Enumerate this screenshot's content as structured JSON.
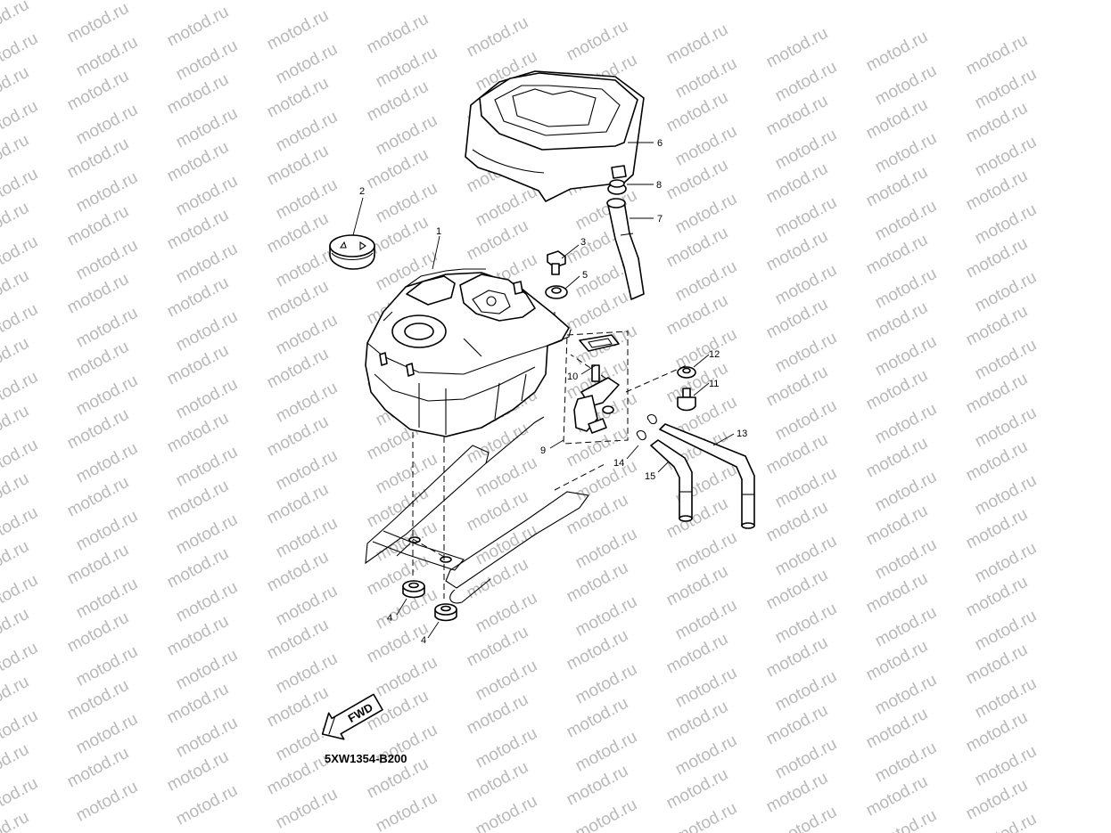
{
  "watermark": {
    "text": "motod.ru"
  },
  "callouts": [
    {
      "id": "fuel-tank",
      "label": "1"
    },
    {
      "id": "tank-cap",
      "label": "2"
    },
    {
      "id": "bolt-3",
      "label": "3"
    },
    {
      "id": "damper-4a",
      "label": "4"
    },
    {
      "id": "damper-4b",
      "label": "4"
    },
    {
      "id": "washer-5",
      "label": "5"
    },
    {
      "id": "tank-cover",
      "label": "6"
    },
    {
      "id": "breather-hose",
      "label": "7"
    },
    {
      "id": "hose-grommet",
      "label": "8"
    },
    {
      "id": "fuel-cock",
      "label": "9"
    },
    {
      "id": "gasket",
      "label": "10"
    },
    {
      "id": "screw-11",
      "label": "11"
    },
    {
      "id": "washer-12",
      "label": "12"
    },
    {
      "id": "fuel-hose",
      "label": "13"
    },
    {
      "id": "hose-clip",
      "label": "14"
    },
    {
      "id": "vacuum-hose",
      "label": "15"
    }
  ],
  "fwd_label": "FWD",
  "diagram_code": "5XW1354-B200"
}
